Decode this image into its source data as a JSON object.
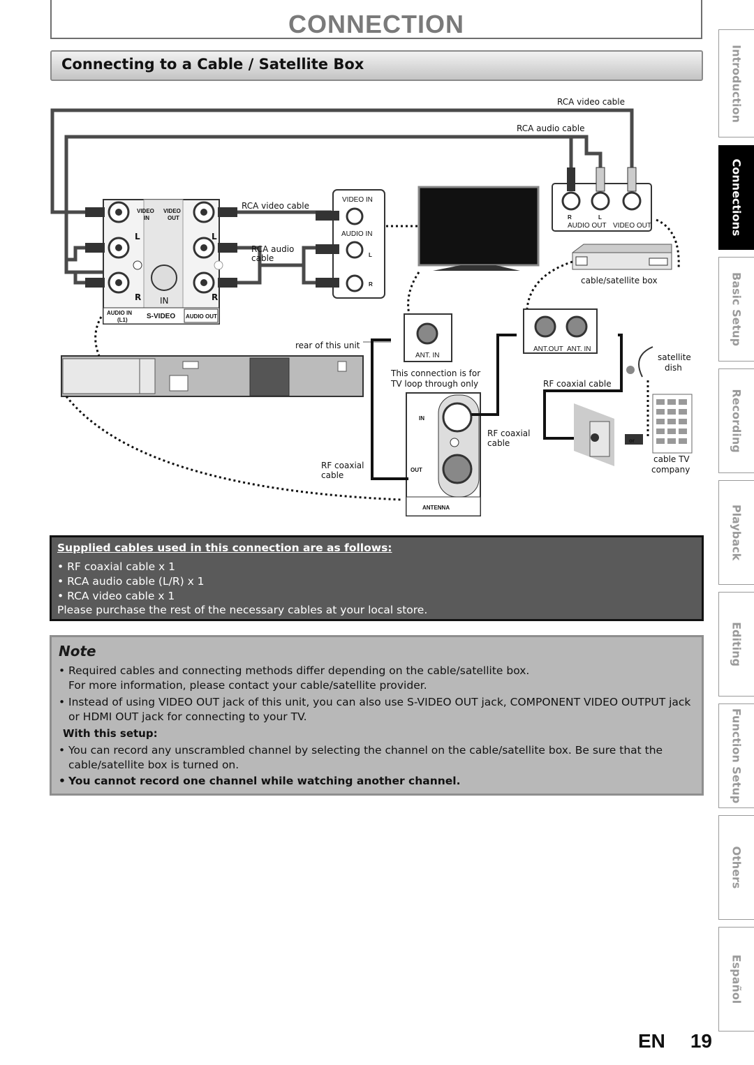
{
  "header": {
    "title": "CONNECTION"
  },
  "section": {
    "title": "Connecting to a Cable / Satellite Box"
  },
  "diagram": {
    "labels": {
      "rca_video_cable_top": "RCA video cable",
      "rca_audio_cable_top": "RCA audio  cable",
      "rca_video_cable_mid": "RCA video cable",
      "rca_audio_cable_mid_1": "RCA audio",
      "rca_audio_cable_mid_2": "cable",
      "tv_video_in": "VIDEO IN",
      "tv_audio_in": "AUDIO IN",
      "tv_l": "L",
      "tv_r": "R",
      "unit_video_in": "VIDEO",
      "unit_video_in2": "IN",
      "unit_video_out": "VIDEO",
      "unit_video_out2": "OUT",
      "unit_l": "L",
      "unit_r": "R",
      "unit_l2": "L",
      "unit_r2": "R",
      "unit_in": "IN",
      "unit_audio_in": "AUDIO IN",
      "unit_l1": "(L1)",
      "unit_svideo": "S-VIDEO",
      "unit_audio_out": "AUDIO OUT",
      "rear_of_unit": "rear of this unit",
      "ant_in": "ANT. IN",
      "loop_note_1": "This connection is for",
      "loop_note_2": "TV loop through only",
      "antenna_in": "IN",
      "antenna_out": "OUT",
      "antenna": "ANTENNA",
      "rf_coaxial_1": "RF coaxial",
      "rf_coaxial_1b": "cable",
      "rf_coaxial_2": "RF coaxial",
      "rf_coaxial_2b": "cable",
      "box_r": "R",
      "box_l": "L",
      "box_audio_out": "AUDIO OUT",
      "box_video_out": "VIDEO OUT",
      "cable_sat_box": "cable/satellite box",
      "ant_out": "ANT.OUT",
      "ant_in2": "ANT. IN",
      "rf_coaxial_3": "RF coaxial cable",
      "satellite_1": "satellite",
      "satellite_2": "dish",
      "or": "or",
      "cable_tv_1": "cable TV",
      "cable_tv_2": "company"
    }
  },
  "supplied": {
    "heading": "Supplied cables used in this connection are as follows:",
    "items": [
      "RF coaxial cable x 1",
      "RCA audio cable (L/R) x 1",
      "RCA video cable x 1"
    ],
    "footer": "Please purchase the rest of the necessary cables at your local store."
  },
  "note": {
    "title": "Note",
    "bullet1a": "Required cables and connecting methods differ depending on the cable/satellite box.",
    "bullet1b": "For more information, please contact your cable/satellite provider.",
    "bullet2a": "Instead of using VIDEO OUT jack of this unit, you can also use S-VIDEO OUT jack, COMPONENT VIDEO OUTPUT jack",
    "bullet2b": "or HDMI OUT jack for connecting to your TV.",
    "with_setup": "With this setup:",
    "bullet3a": "You can record any unscrambled channel by selecting the channel on the cable/satellite box. Be sure that the",
    "bullet3b": "cable/satellite box is turned on.",
    "bullet4": "You cannot record one channel while watching another channel."
  },
  "side_tabs": [
    "Introduction",
    "Connections",
    "Basic Setup",
    "Recording",
    "Playback",
    "Editing",
    "Function Setup",
    "Others",
    "Español"
  ],
  "footer": {
    "lang": "EN",
    "page": "19"
  }
}
